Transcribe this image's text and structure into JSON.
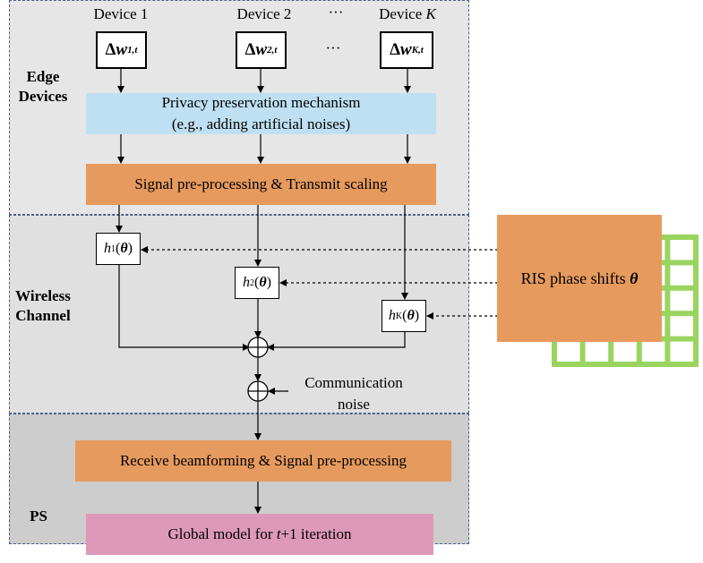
{
  "sections": {
    "edge": "Edge\nDevices",
    "wireless": "Wireless\nChannel",
    "ps": "PS"
  },
  "devices": [
    {
      "title": "Device 1",
      "delta": "Δ",
      "w": "w",
      "sub": "1,t"
    },
    {
      "title": "Device 2",
      "delta": "Δ",
      "w": "w",
      "sub": "2,t"
    },
    {
      "title": "Device ",
      "title_var": "K",
      "delta": "Δ",
      "w": "w",
      "sub": "K,t"
    }
  ],
  "ellipsis": "···",
  "privacy": {
    "line1": "Privacy preservation mechanism",
    "line2": "(e.g., adding artificial noises)"
  },
  "transmit": "Signal pre-processing & Transmit scaling",
  "channels": [
    {
      "h": "h",
      "sub": "1",
      "theta": "θ"
    },
    {
      "h": "h",
      "sub": "2",
      "theta": "θ"
    },
    {
      "h": "h",
      "sub": "K",
      "theta": "θ"
    }
  ],
  "ris": {
    "label": "RIS phase shifts ",
    "theta": "θ"
  },
  "comm_noise": {
    "line1": "Communication",
    "line2": "noise"
  },
  "receive": "Receive beamforming & Signal pre-processing",
  "global": {
    "prefix": "Global model for ",
    "var": "t",
    "suffix": "+1 iteration"
  },
  "colors": {
    "privacy_fill": "#bfe0f2",
    "orange_fill": "#e69a5d",
    "pink_fill": "#de99b8",
    "ris_grid": "#99d45f",
    "region_fill": "#e6e6e6",
    "ps_fill": "#cdcdcd"
  }
}
